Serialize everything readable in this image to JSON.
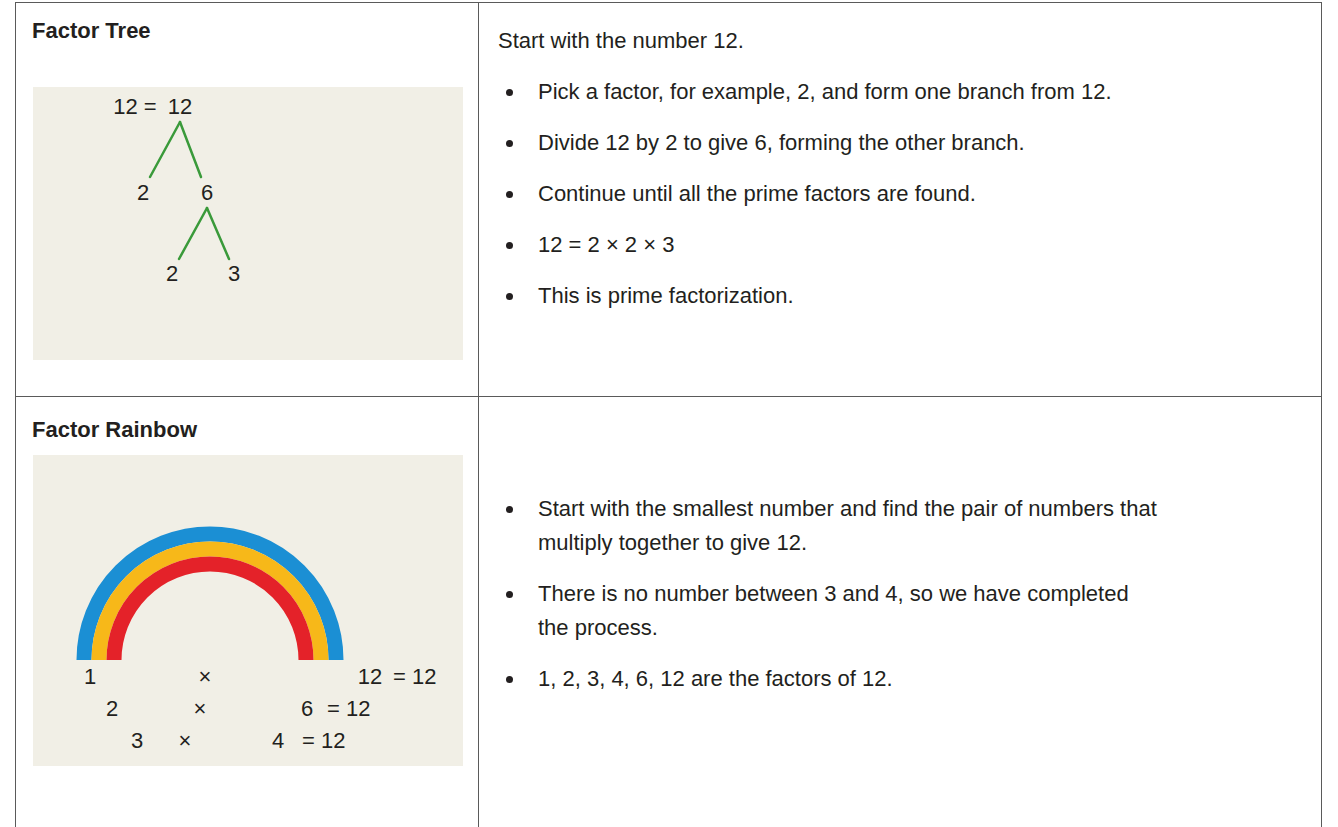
{
  "diagram": {
    "nodes": [
      {
        "text": [
          "Factor Tree"
        ]
      },
      {
        "text": [
          "12 =",
          "12",
          "2",
          "6",
          "2",
          "3"
        ],
        "in": 0
      },
      {
        "text": [
          "Start with the number 12.",
          "Pick a factor, for example, 2, and form one branch from 12.",
          "Divide 12 by 2 to give 6, forming the other branch.",
          "Continue until all the prime factors are found.",
          "12 = 2 × 2 × 3",
          "This is prime factorization."
        ]
      },
      {
        "text": [
          "Factor Rainbow"
        ]
      },
      {
        "text": [
          "1",
          "×",
          "12",
          "= 12",
          "2",
          "×",
          "6",
          "= 12",
          "3",
          "×",
          "4",
          "= 12"
        ],
        "in": 3
      },
      {
        "text": [
          "Start with the smallest number and find the pair of numbers that multiply together to give 12.",
          "There is no number between 3 and 4, so we have completed the process.",
          "1, 2, 3, 4, 6, 12 are the factors of 12."
        ]
      }
    ]
  }
}
